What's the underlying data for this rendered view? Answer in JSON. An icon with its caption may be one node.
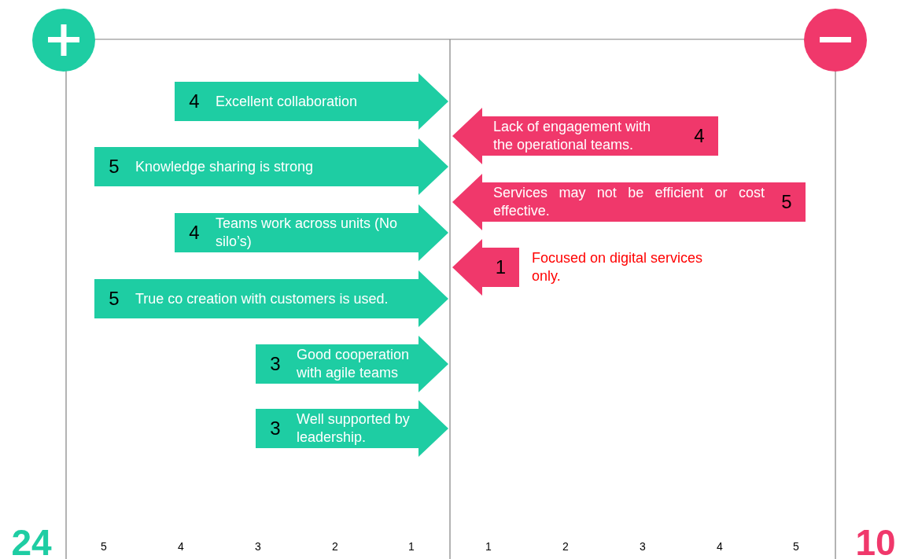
{
  "diagram": {
    "nodes": [
      {
        "text": [
          "4",
          "Excellent collaboration"
        ]
      },
      {
        "text": [
          "5",
          "Knowledge sharing is strong"
        ]
      },
      {
        "text": [
          "4",
          "Teams work across units (No silo’s)"
        ]
      },
      {
        "text": [
          "5",
          "True co creation with customers is used."
        ]
      },
      {
        "text": [
          "3",
          "Good cooperation with agile teams"
        ]
      },
      {
        "text": [
          "3",
          "Well supported by leadership."
        ]
      },
      {
        "text": [
          "Lack of engagement with the operational teams.",
          "4"
        ]
      },
      {
        "text": [
          "Services may not be efficient or cost effective.",
          "5"
        ]
      },
      {
        "text": [
          "1"
        ],
        "beside": [
          "Focused on digital services only."
        ]
      }
    ],
    "labels": [
      "24",
      "5",
      "4",
      "3",
      "2",
      "1",
      "1",
      "2",
      "3",
      "4",
      "5",
      "10"
    ]
  }
}
